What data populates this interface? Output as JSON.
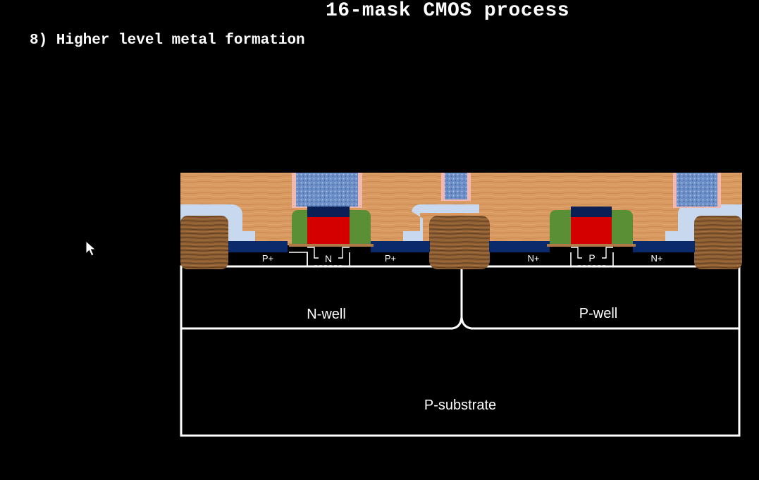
{
  "slide": {
    "title": "16-mask CMOS process",
    "step": "8) Higher level metal formation"
  },
  "diagram": {
    "regions": {
      "n_well": "N-well",
      "p_well": "P-well",
      "p_substrate": "P-substrate"
    },
    "pmos": {
      "source": "P+",
      "channel": "N",
      "drain": "P+"
    },
    "nmos": {
      "source": "N+",
      "channel": "P",
      "drain": "N+"
    },
    "colors": {
      "background": "#000000",
      "outline": "#ffffff",
      "dielectric": "#d99a62",
      "metal_plug": "#6d8fc8",
      "metal1": "#c8d8ee",
      "field_oxide": "#7a5230",
      "contact_layer": "#0b2a6b",
      "gate_poly": "#d40000",
      "gate_cap": "#0a1f55",
      "spacer": "#5a8f35",
      "pink_barrier": "#f0b8b0"
    }
  }
}
